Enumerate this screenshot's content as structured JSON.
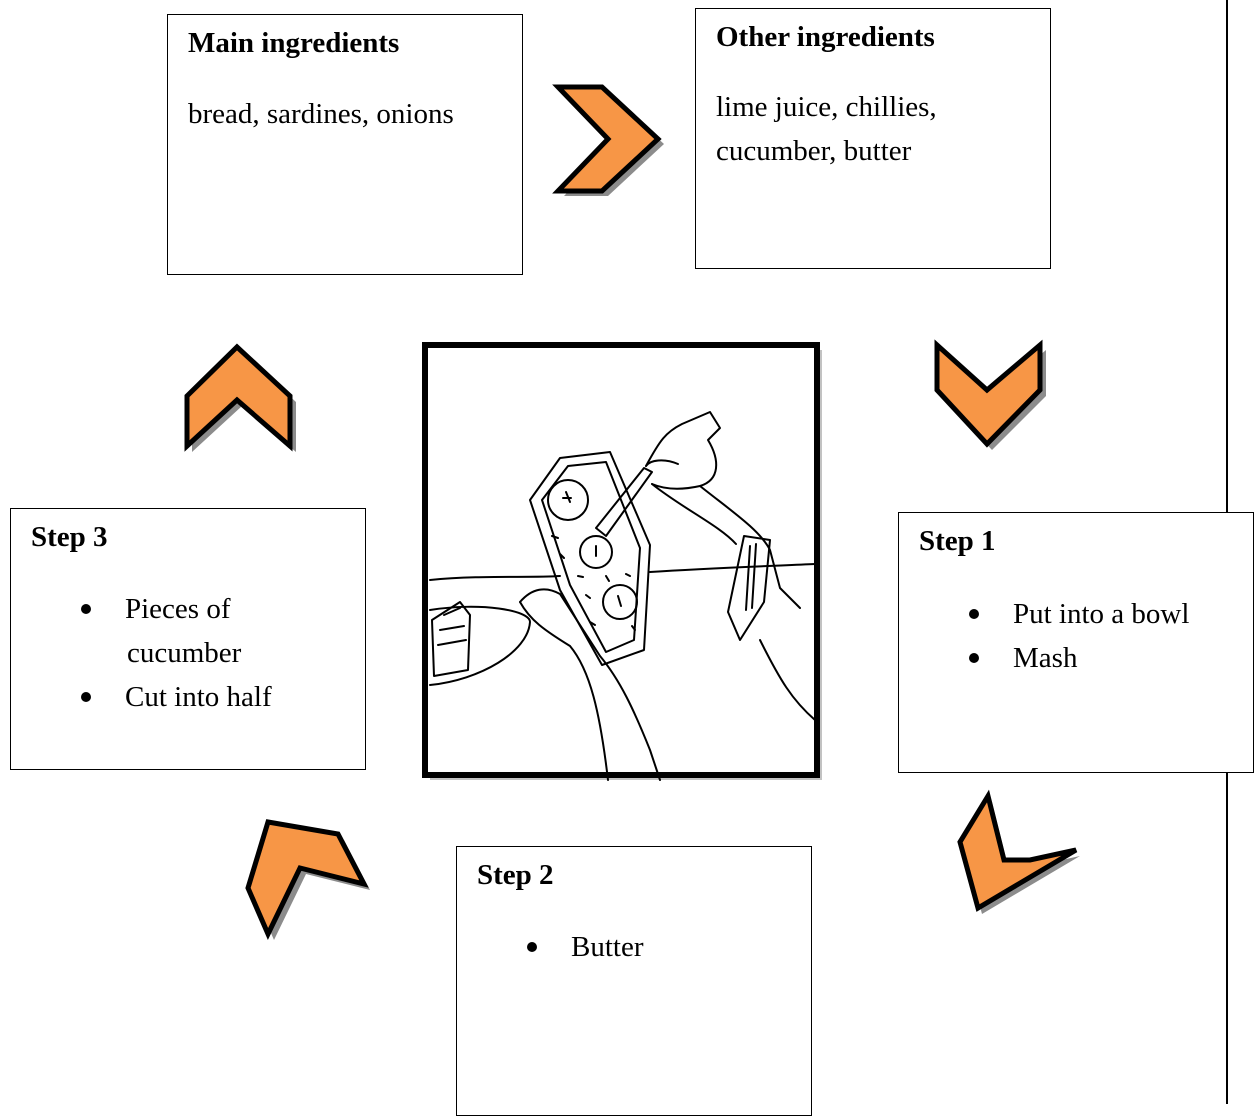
{
  "main_box": {
    "title": "Main ingredients",
    "text": "bread, sardines, onions"
  },
  "other_box": {
    "title": "Other ingredients",
    "lines": [
      "lime juice, chillies,",
      "cucumber, butter"
    ]
  },
  "step1": {
    "title": "Step 1",
    "items": [
      "Put into a bowl",
      "Mash"
    ]
  },
  "step2": {
    "title": "Step 2",
    "items": [
      "Butter"
    ]
  },
  "step3": {
    "title": "Step 3",
    "items": [
      "Pieces of",
      "cucumber",
      "Cut into half"
    ]
  },
  "colors": {
    "arrow_fill": "#F79646",
    "arrow_stroke": "#000000",
    "shadow": "#8c8c8c"
  },
  "icons": [
    "chevron-right-icon",
    "chevron-down-icon",
    "chevron-down-left-icon",
    "chevron-up-left-icon",
    "chevron-up-icon"
  ]
}
